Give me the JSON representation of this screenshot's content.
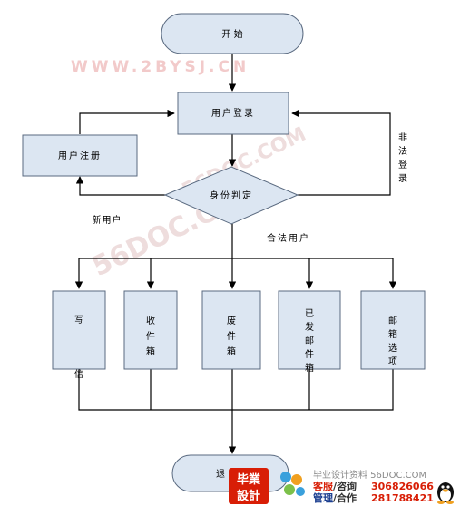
{
  "nodes": {
    "start": "开 始",
    "login": "用户登录",
    "register": "用户注册",
    "identity": "身份判定",
    "write": "写 信",
    "inbox": "收件箱",
    "trash": "废件箱",
    "sent": "已发邮件箱",
    "options": "邮箱选项",
    "exit": "退"
  },
  "edge_labels": {
    "illegal": "非法登录",
    "new_user": "新用户",
    "legal_user": "合法用户"
  },
  "watermarks": {
    "top": "WWW.2BYSJ.CN",
    "diag1": "56DOC.COM",
    "diag2": "56DOC.COM"
  },
  "footer": {
    "logo_top": "毕業",
    "logo_bottom": "設計",
    "tagline": "毕业设计资料 56DOC.COM",
    "service_label_a": "客服",
    "service_label_b": "/咨询",
    "service_qq": "306826066",
    "manage_label_a": "管理",
    "manage_label_b": "/合作",
    "manage_qq": "281788421"
  },
  "colors": {
    "node_fill": "#dce6f2",
    "node_stroke": "#5a6a80",
    "edge": "#000000",
    "watermark": "#f2caca",
    "ad_red": "#d81e06",
    "ad_blue": "#1a3d8f"
  }
}
